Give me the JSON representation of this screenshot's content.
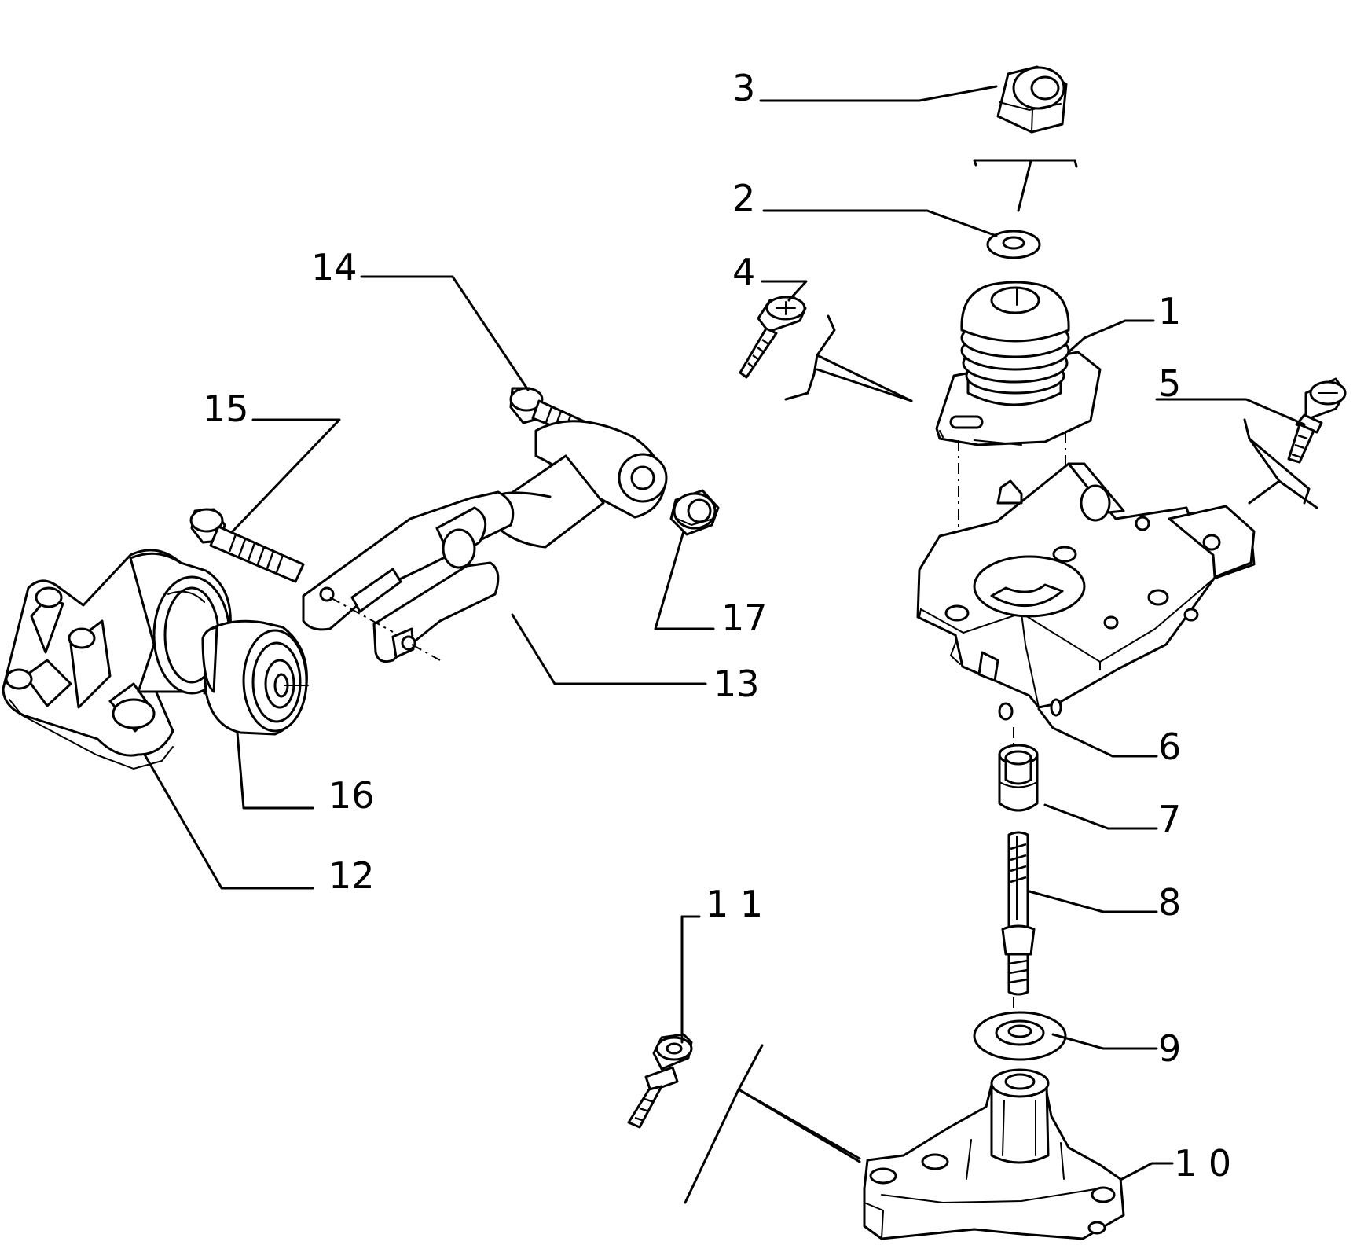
{
  "callouts": [
    {
      "id": "1",
      "label": "1"
    },
    {
      "id": "2",
      "label": "2"
    },
    {
      "id": "3",
      "label": "3"
    },
    {
      "id": "4",
      "label": "4"
    },
    {
      "id": "5",
      "label": "5"
    },
    {
      "id": "6",
      "label": "6"
    },
    {
      "id": "7",
      "label": "7"
    },
    {
      "id": "8",
      "label": "8"
    },
    {
      "id": "9",
      "label": "9"
    },
    {
      "id": "10",
      "label": "1 0"
    },
    {
      "id": "11",
      "label": "1 1"
    },
    {
      "id": "12",
      "label": "12"
    },
    {
      "id": "13",
      "label": "13"
    },
    {
      "id": "14",
      "label": "14"
    },
    {
      "id": "15",
      "label": "15"
    },
    {
      "id": "16",
      "label": "16"
    },
    {
      "id": "17",
      "label": "17"
    }
  ]
}
